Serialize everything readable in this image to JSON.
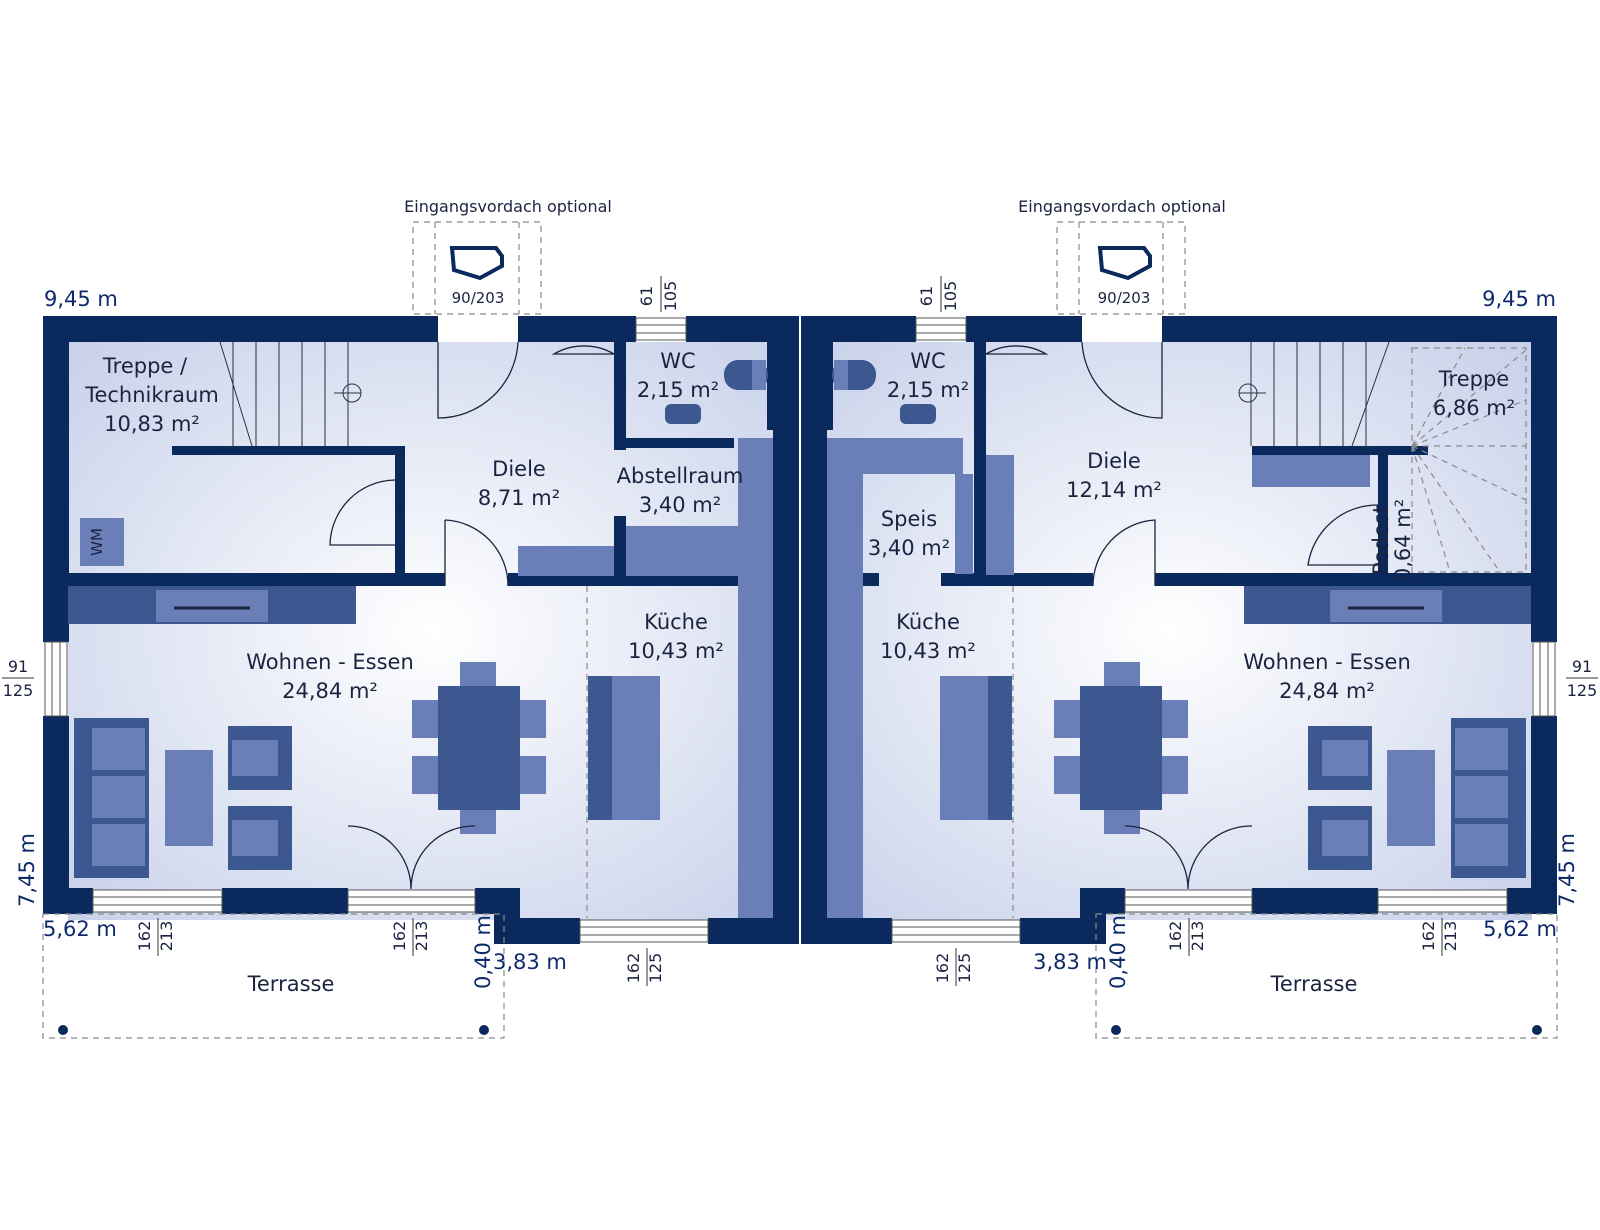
{
  "canopy": {
    "label": "Eingangsvordach optional",
    "door": "90/203"
  },
  "dims": {
    "width": "9,45 m",
    "depth": "7,45 m",
    "terrace_w": "5,62 m",
    "kitchen_w": "3,83 m",
    "offset": "0,40 m",
    "win_a": "61",
    "win_b": "105",
    "win_c": "91",
    "win_d": "125",
    "win_e": "162",
    "win_f": "213",
    "win_g": "162",
    "win_h": "125"
  },
  "left": {
    "treppe_name": "Treppe /",
    "treppe_name2": "Technikraum",
    "treppe_area": "10,83 m²",
    "wc_name": "WC",
    "wc_area": "2,15 m²",
    "diele_name": "Diele",
    "diele_area": "8,71 m²",
    "abst_name": "Abstellraum",
    "abst_area": "3,40 m²",
    "wohnen_name": "Wohnen - Essen",
    "wohnen_area": "24,84 m²",
    "kueche_name": "Küche",
    "kueche_area": "10,43 m²",
    "terrasse": "Terrasse",
    "wm": "WM"
  },
  "right": {
    "wc_name": "WC",
    "wc_area": "2,15 m²",
    "speis_name": "Speis",
    "speis_area": "3,40 m²",
    "diele_name": "Diele",
    "diele_area": "12,14 m²",
    "treppe_name": "Treppe",
    "treppe_area": "6,86 m²",
    "podest_name": "Podest",
    "podest_area": "0,64 m²",
    "kueche_name": "Küche",
    "kueche_area": "10,43 m²",
    "wohnen_name": "Wohnen - Essen",
    "wohnen_area": "24,84 m²",
    "terrasse": "Terrasse"
  },
  "colors": {
    "wall": "#0a2a5e",
    "furniture": "#6a7fb8",
    "floor": "#e8ecf7",
    "dimension": "#0e2a6b"
  }
}
